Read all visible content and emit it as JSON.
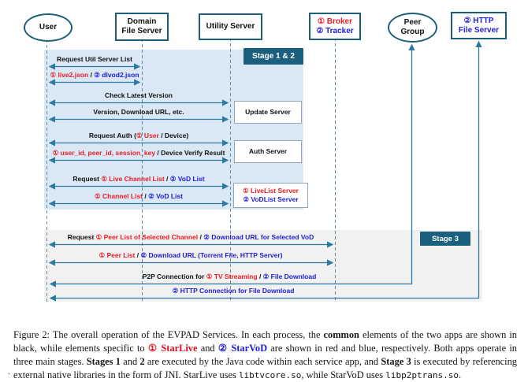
{
  "colors": {
    "teal_border": "#1d5f7a",
    "arrow_teal": "#2c7aa0",
    "lifeline_teal": "#5b8ca8",
    "red": "#ec1c24",
    "blue": "#2020d6",
    "stage12_band": "#d9e8f4",
    "stage3_band": "#f1f1f2",
    "badge_bg": "#1a5f7e"
  },
  "figure": {
    "actors": {
      "user": {
        "lines": [
          [
            {
              "t": "User",
              "c": "k"
            }
          ]
        ]
      },
      "domain_file_server": {
        "lines": [
          [
            {
              "t": "Domain",
              "c": "k"
            }
          ],
          [
            {
              "t": "File Server",
              "c": "k"
            }
          ]
        ]
      },
      "utility_server": {
        "lines": [
          [
            {
              "t": "Utility Server",
              "c": "k"
            }
          ]
        ]
      },
      "broker_tracker": {
        "lines": [
          [
            {
              "t": "① Broker",
              "c": "r"
            }
          ],
          [
            {
              "t": "② Tracker",
              "c": "b"
            }
          ]
        ]
      },
      "peer_group": {
        "lines": [
          [
            {
              "t": "Peer",
              "c": "k"
            }
          ],
          [
            {
              "t": "Group",
              "c": "k"
            }
          ]
        ]
      },
      "http_file_server": {
        "lines": [
          [
            {
              "t": "② HTTP",
              "c": "b"
            }
          ],
          [
            {
              "t": "File Server",
              "c": "b"
            }
          ]
        ]
      }
    },
    "badges": {
      "stage12": "Stage 1 & 2",
      "stage3": "Stage 3"
    },
    "side_boxes": {
      "update_server": {
        "lines": [
          [
            {
              "t": "Update Server",
              "c": "k"
            }
          ]
        ]
      },
      "auth_server": {
        "lines": [
          [
            {
              "t": "Auth Server",
              "c": "k"
            }
          ]
        ]
      },
      "list_server": {
        "lines": [
          [
            {
              "t": "① LiveList Server",
              "c": "r"
            }
          ],
          [
            {
              "t": "② VoDList Server",
              "c": "b"
            }
          ]
        ]
      }
    },
    "messages": {
      "m1": [
        {
          "t": "Request Util Server List",
          "c": "k"
        }
      ],
      "m2": [
        {
          "t": "① live2.json",
          "c": "r"
        },
        {
          "t": " / ",
          "c": "k"
        },
        {
          "t": "② dlvod2.json",
          "c": "b"
        }
      ],
      "m3": [
        {
          "t": "Check Latest Version",
          "c": "k"
        }
      ],
      "m4": [
        {
          "t": "Version, Download URL, etc.",
          "c": "k"
        }
      ],
      "m5": [
        {
          "t": "Request Auth (",
          "c": "k"
        },
        {
          "t": "① User",
          "c": "r"
        },
        {
          "t": " / Device)",
          "c": "k"
        }
      ],
      "m6": [
        {
          "t": "① user_id, peer_id, session_key",
          "c": "r"
        },
        {
          "t": " / Device Verify Result",
          "c": "k"
        }
      ],
      "m7": [
        {
          "t": "Request ",
          "c": "k"
        },
        {
          "t": "① Live Channel List",
          "c": "r"
        },
        {
          "t": " / ",
          "c": "k"
        },
        {
          "t": "② VoD List",
          "c": "b"
        }
      ],
      "m8": [
        {
          "t": "① Channel List",
          "c": "r"
        },
        {
          "t": " / ",
          "c": "k"
        },
        {
          "t": "② VoD List",
          "c": "b"
        }
      ],
      "m9": [
        {
          "t": "Request ",
          "c": "k"
        },
        {
          "t": "① Peer List of Selected Channel",
          "c": "r"
        },
        {
          "t": " / ",
          "c": "k"
        },
        {
          "t": "② Download URL for Selected VoD",
          "c": "b"
        }
      ],
      "m10": [
        {
          "t": "① Peer List",
          "c": "r"
        },
        {
          "t": " / ",
          "c": "k"
        },
        {
          "t": "② Download URL (Torrent File, HTTP Server)",
          "c": "b"
        }
      ],
      "m11": [
        {
          "t": "P2P Connection for ",
          "c": "k"
        },
        {
          "t": "① TV Streaming",
          "c": "r"
        },
        {
          "t": " / ",
          "c": "k"
        },
        {
          "t": "② File Download",
          "c": "b"
        }
      ],
      "m12": [
        {
          "t": "② HTTP Connection for File Download",
          "c": "b"
        }
      ]
    }
  },
  "caption": {
    "segments": [
      {
        "t": "Figure 2: The overall operation of the EVPAD Services. In each process, the ",
        "c": "n"
      },
      {
        "t": "common",
        "c": "bold"
      },
      {
        "t": " elements of the two apps are shown in black, while elements specific to ",
        "c": "n"
      },
      {
        "t": "① StarLive",
        "c": "rb"
      },
      {
        "t": " and ",
        "c": "n"
      },
      {
        "t": "② StarVoD",
        "c": "bb"
      },
      {
        "t": " are shown in red and blue, respectively. Both apps operate in three main stages. ",
        "c": "n"
      },
      {
        "t": "Stages 1",
        "c": "bold"
      },
      {
        "t": " and ",
        "c": "n"
      },
      {
        "t": "2",
        "c": "bold"
      },
      {
        "t": " are executed by the Java code within each service app, and ",
        "c": "n"
      },
      {
        "t": "Stage 3",
        "c": "bold"
      },
      {
        "t": " is executed by referencing external native libraries in the form of JNI. StarLive uses ",
        "c": "n"
      },
      {
        "t": "libtvcore.so",
        "c": "m"
      },
      {
        "t": ", while StarVoD uses ",
        "c": "n"
      },
      {
        "t": "libp2ptrans.so",
        "c": "m"
      },
      {
        "t": ".",
        "c": "n"
      }
    ]
  },
  "stray_mark": "."
}
